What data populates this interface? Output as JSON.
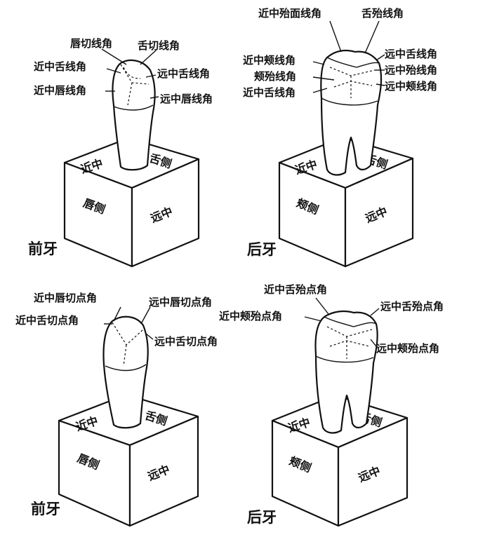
{
  "panels": {
    "tl": {
      "caption": "前牙",
      "faces": {
        "top_left": "近中",
        "top_right": "舌侧",
        "front_left": "唇侧",
        "front_right": "远中"
      },
      "labels": {
        "a": "唇切线角",
        "b": "舌切线角",
        "c": "近中舌线角",
        "d": "远中舌线角",
        "e": "近中唇线角",
        "f": "远中唇线角"
      }
    },
    "tr": {
      "caption": "后牙",
      "faces": {
        "top_left": "近中",
        "top_right": "舌侧",
        "front_left": "颊侧",
        "front_right": "远中"
      },
      "labels": {
        "a": "近中殆面线角",
        "b": "舌殆线角",
        "c": "近中颊线角",
        "d": "颊殆线角",
        "e": "近中舌线角",
        "f": "远中舌线角",
        "g": "远中殆线角",
        "h": "远中颊线角"
      }
    },
    "bl": {
      "caption": "前牙",
      "faces": {
        "top_left": "近中",
        "top_right": "舌侧",
        "front_left": "唇侧",
        "front_right": "远中"
      },
      "labels": {
        "a": "近中唇切点角",
        "b": "远中唇切点角",
        "c": "近中舌切点角",
        "d": "远中舌切点角"
      }
    },
    "br": {
      "caption": "后牙",
      "faces": {
        "top_left": "近中",
        "top_right": "舌侧",
        "front_left": "颊侧",
        "front_right": "远中"
      },
      "labels": {
        "a": "近中舌殆点角",
        "b": "远中舌殆点角",
        "c": "近中颊殆点角",
        "d": "远中颊殆点角"
      }
    }
  }
}
